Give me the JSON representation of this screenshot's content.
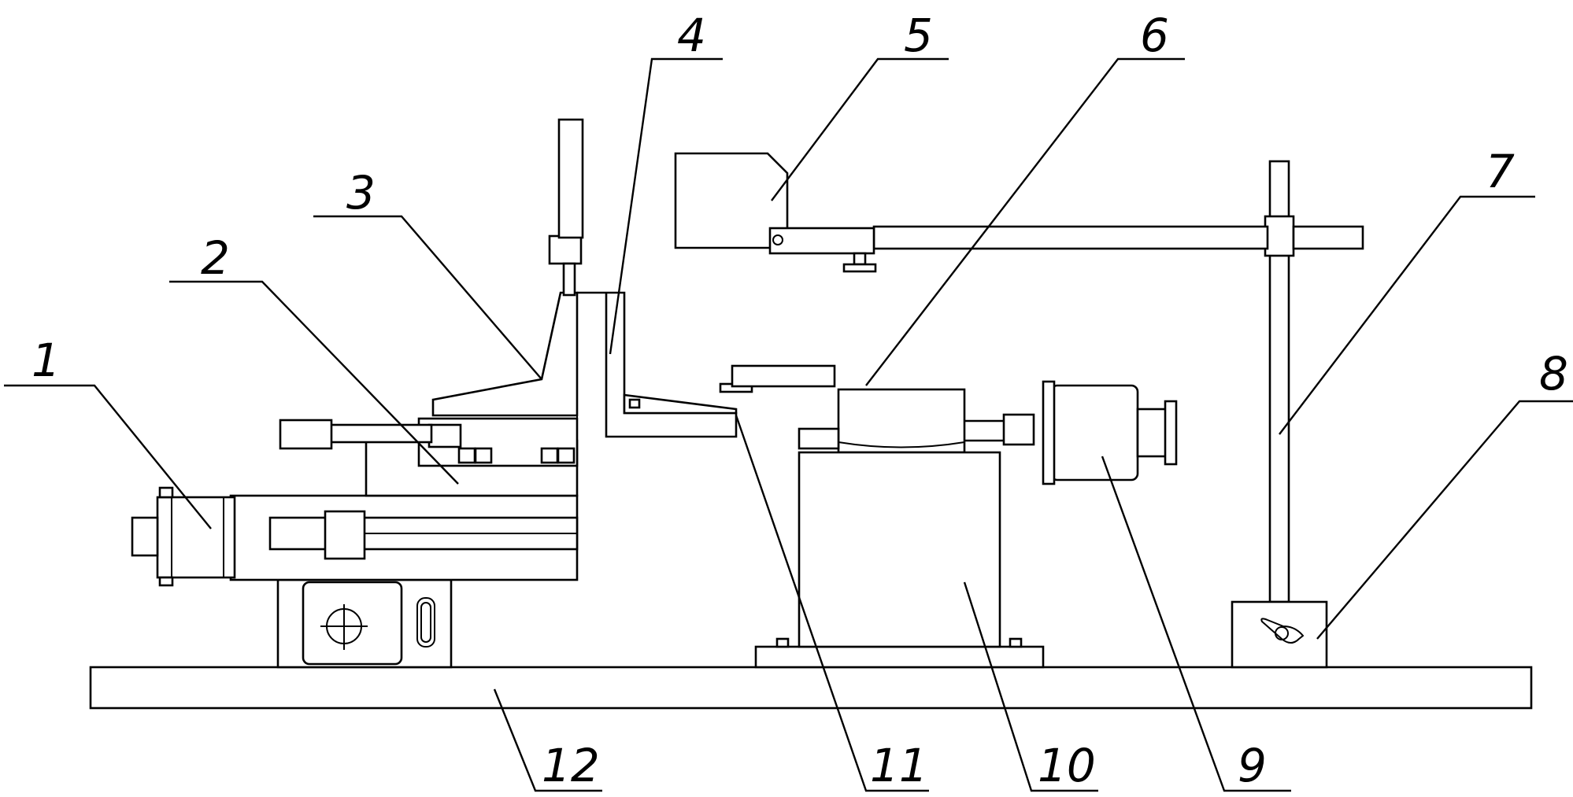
{
  "figure": {
    "colors": {
      "line": "#000000",
      "background": "#ffffff"
    },
    "callouts": [
      {
        "id": "c1",
        "label": "1"
      },
      {
        "id": "c2",
        "label": "2"
      },
      {
        "id": "c3",
        "label": "3"
      },
      {
        "id": "c4",
        "label": "4"
      },
      {
        "id": "c5",
        "label": "5"
      },
      {
        "id": "c6",
        "label": "6"
      },
      {
        "id": "c7",
        "label": "7"
      },
      {
        "id": "c8",
        "label": "8"
      },
      {
        "id": "c9",
        "label": "9"
      },
      {
        "id": "c10",
        "label": "10"
      },
      {
        "id": "c11",
        "label": "11"
      },
      {
        "id": "c12",
        "label": "12"
      }
    ]
  }
}
